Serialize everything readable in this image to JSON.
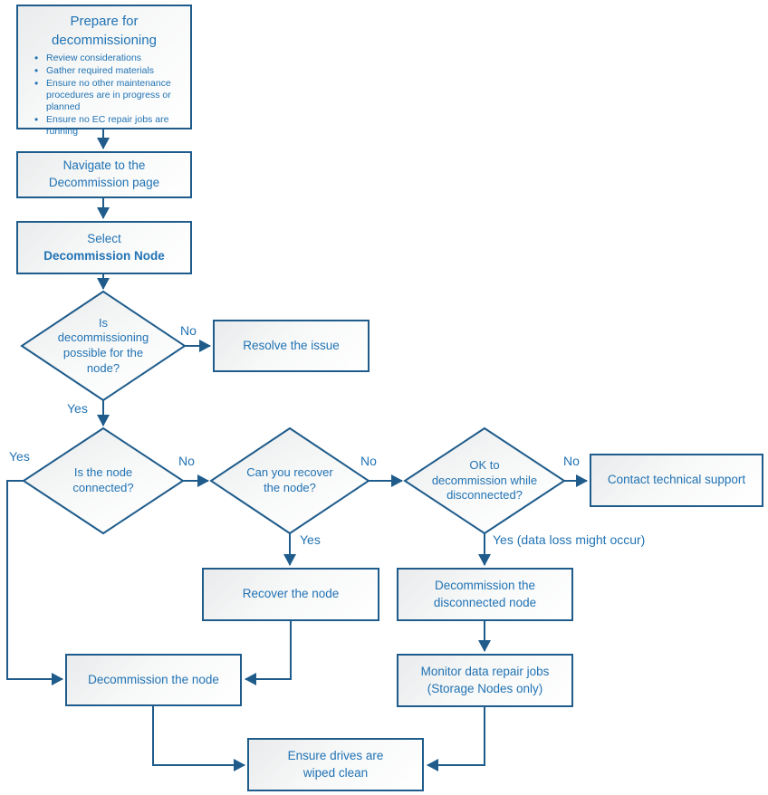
{
  "flowchart": {
    "colors": {
      "line": "#1f5c8b",
      "text": "#2173b4",
      "fill_top": "#e9ebec",
      "fill_bottom": "#ffffff"
    },
    "boxes": {
      "prepare": {
        "title": "Prepare for decommissioning",
        "bullets": [
          "Review considerations",
          "Gather required materials",
          "Ensure no other maintenance procedures are in progress or planned",
          "Ensure no EC repair jobs are running"
        ]
      },
      "navigate": {
        "label": "Navigate to the\nDecommission page"
      },
      "select": {
        "line1": "Select",
        "line2": "Decommission Node"
      },
      "resolve": {
        "label": "Resolve the issue"
      },
      "contact": {
        "label": "Contact technical support"
      },
      "recover": {
        "label": "Recover the node"
      },
      "decommission_disconnected": {
        "label": "Decommission the\ndisconnected node"
      },
      "decommission_node": {
        "label": "Decommission the node"
      },
      "monitor": {
        "label": "Monitor data repair jobs\n(Storage Nodes only)"
      },
      "ensure": {
        "label": "Ensure drives are\nwiped clean"
      }
    },
    "decisions": {
      "possible": {
        "label": "Is\ndecommissioning\npossible for the\nnode?"
      },
      "connected": {
        "label": "Is the node\nconnected?"
      },
      "can_recover": {
        "label": "Can you recover\nthe node?"
      },
      "ok_disconnected": {
        "label": "OK to\ndecommission while\ndisconnected?"
      }
    },
    "edge_labels": {
      "possible_no": "No",
      "possible_yes": "Yes",
      "connected_yes": "Yes",
      "connected_no": "No",
      "can_recover_no": "No",
      "can_recover_yes": "Yes",
      "ok_no": "No",
      "ok_yes": "Yes (data loss might occur)"
    }
  }
}
